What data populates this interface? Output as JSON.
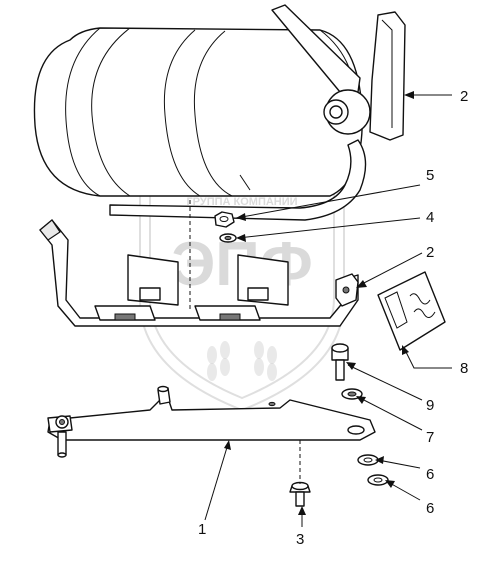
{
  "watermark": {
    "letters": "ЭПФ",
    "arc_text": "ГРУППА КОМПАНИЙ"
  },
  "callouts": [
    {
      "id": "callout-2-top",
      "label": "2"
    },
    {
      "id": "callout-5",
      "label": "5"
    },
    {
      "id": "callout-4",
      "label": "4"
    },
    {
      "id": "callout-2-bracket",
      "label": "2"
    },
    {
      "id": "callout-8",
      "label": "8"
    },
    {
      "id": "callout-9",
      "label": "9"
    },
    {
      "id": "callout-7",
      "label": "7"
    },
    {
      "id": "callout-6-upper",
      "label": "6"
    },
    {
      "id": "callout-6-lower",
      "label": "6"
    },
    {
      "id": "callout-1",
      "label": "1"
    },
    {
      "id": "callout-3",
      "label": "3"
    }
  ]
}
